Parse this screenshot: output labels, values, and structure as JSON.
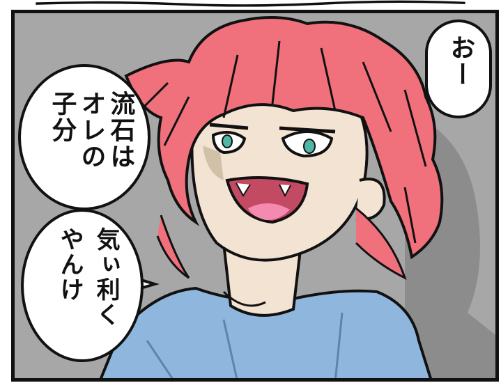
{
  "comic": {
    "bubbles": [
      {
        "id": "bubble-oh",
        "lines": [
          "おー"
        ]
      },
      {
        "id": "bubble-upper-left",
        "lines": [
          "流石は",
          "オレの",
          "子分"
        ]
      },
      {
        "id": "bubble-lower-left",
        "lines": [
          "気ぃ利く",
          "やんけ"
        ]
      }
    ]
  },
  "colors": {
    "background_gray": "#a7a7a7",
    "hair_pink": "#f0707c",
    "skin": "#f3e3d2",
    "shirt_blue": "#8fb6dd",
    "mouth_pink": "#f58ab0",
    "eye_teal": "#4fb7a3",
    "ink": "#111111"
  }
}
